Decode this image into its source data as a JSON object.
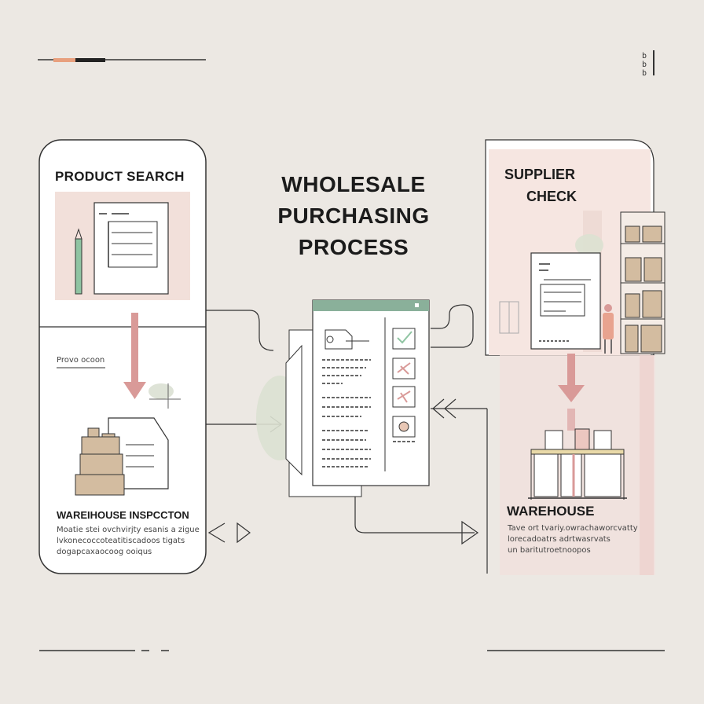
{
  "title": {
    "line1": "WHOLESALE",
    "line2": "PURCHASING",
    "line3": "PROCESS"
  },
  "top_mark": {
    "line1": "b",
    "line2": "b",
    "line3": "b"
  },
  "cards": {
    "product_search": {
      "label": "PRODUCT SEARCH",
      "sub": "Provo ocoon"
    },
    "warehouse_inspection": {
      "label": "WAREIHOUSE INSPCCTON",
      "lines": [
        "Moatie stei ovchvirjty esanis a zigue",
        "lvkonecoccoteatitiscadoos tigats",
        "dogapcaxaocoog ooiqus"
      ]
    },
    "supplier_check": {
      "label_line1": "SUPPLIER",
      "label_line2": "CHECK"
    },
    "warehouse": {
      "label": "WAREHOUSE",
      "lines": [
        "Tave ort tvariy.owrachaworcvatty",
        "lorecadoatrs adrtwasrvats",
        "un baritutroetnoopos"
      ]
    }
  },
  "colors": {
    "background": "#ece8e3",
    "card_fill": "#ffffff",
    "pink_panel": "#f2e0da",
    "arrow_pink": "#d99a98",
    "window_bar_green": "#8ab09a",
    "pencil_green": "#8fc4a2",
    "box_tan": "#d3bca0",
    "accent_orange": "#e8a07e"
  }
}
